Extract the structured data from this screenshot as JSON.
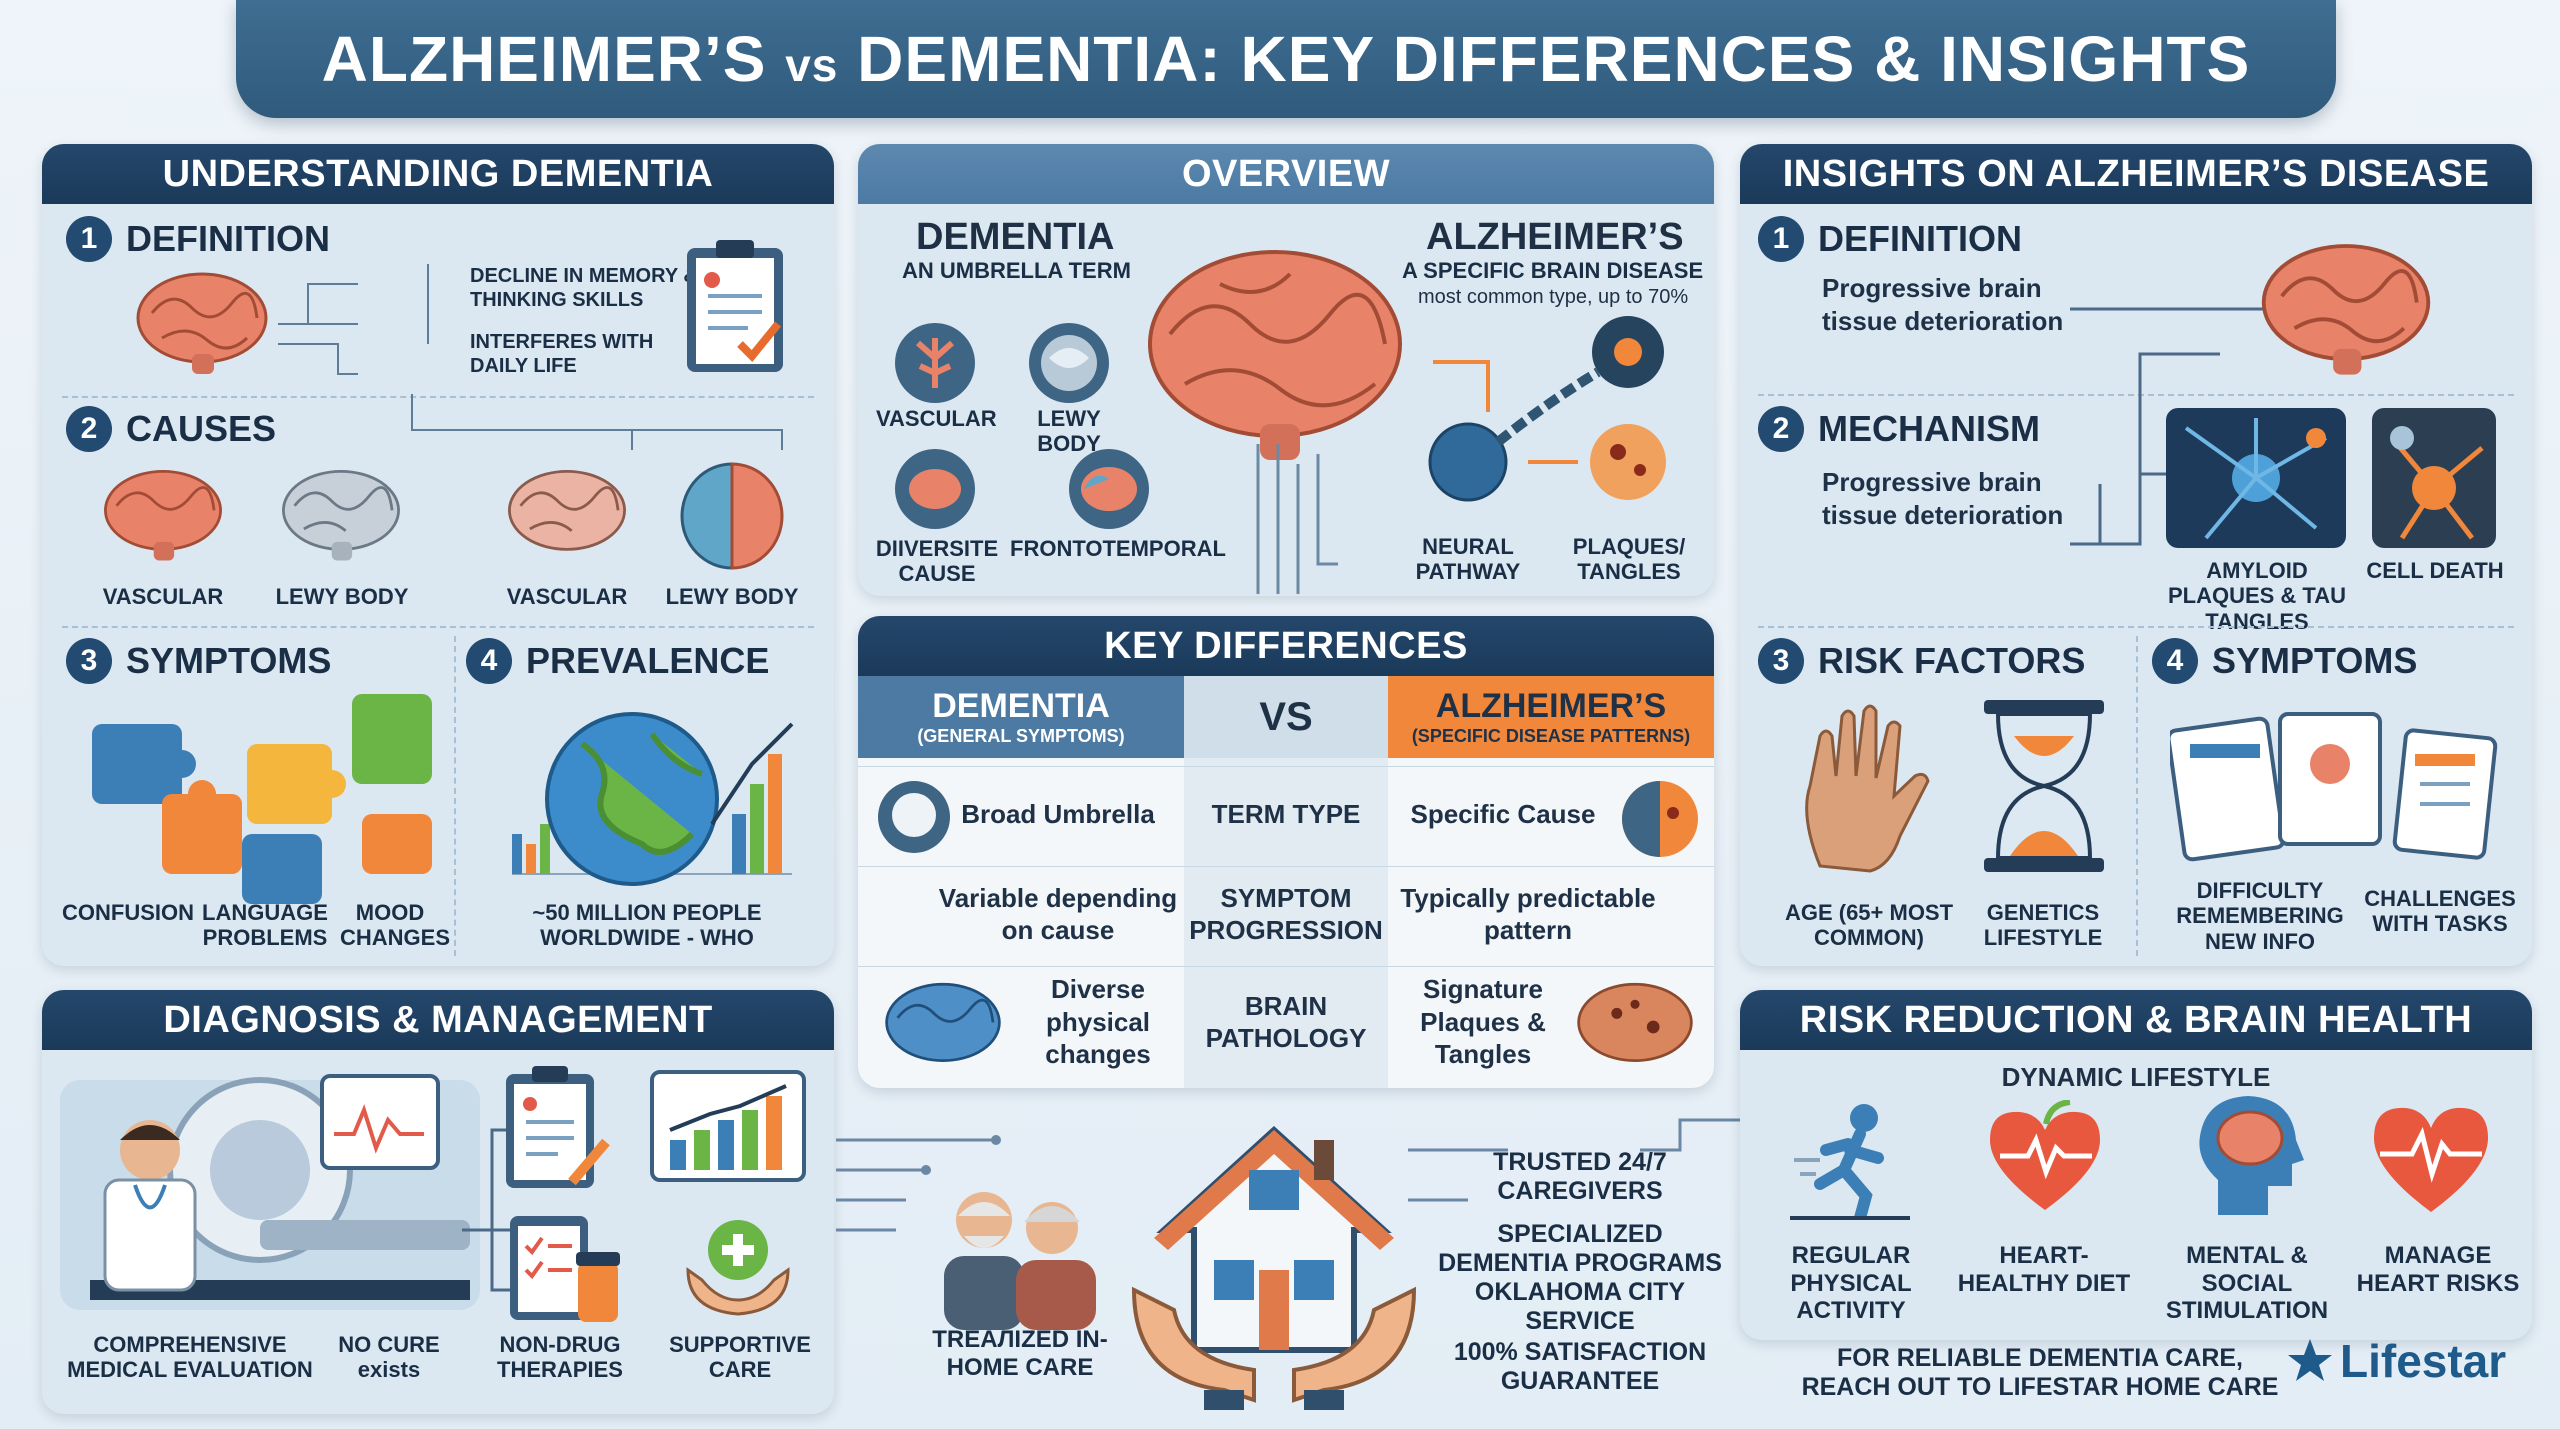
{
  "title": {
    "main_a": "ALZHEIMER’S ",
    "vs": "vs",
    "main_b": " DEMENTIA: KEY DIFFERENCES & INSIGHTS"
  },
  "understanding": {
    "header": "UNDERSTANDING DEMENTIA",
    "definition": {
      "num": "1",
      "title": "DEFINITION",
      "point1": "DECLINE IN MEMORY & THINKING SKILLS",
      "point2": "INTERFERES WITH DAILY LIFE"
    },
    "causes": {
      "num": "2",
      "title": "CAUSES",
      "items": [
        "VASCULAR",
        "LEWY BODY",
        "VASCULAR",
        "LEWY BODY"
      ]
    },
    "symptoms": {
      "num": "3",
      "title": "SYMPTOMS",
      "items": [
        "CONFUSION",
        "LANGUAGE PROBLEMS",
        "MOOD CHANGES"
      ]
    },
    "prevalence": {
      "num": "4",
      "title": "PREVALENCE",
      "caption": "~50 MILLION PEOPLE WORLDWIDE - WHO"
    }
  },
  "overview": {
    "header": "OVERVIEW",
    "dementia_title": "DEMENTIA",
    "dementia_sub": "AN UMBRELLA TERM",
    "alz_title": "ALZHEIMER’S",
    "alz_sub": "A SPECIFIC BRAIN DISEASE",
    "alz_note": "most common type, up to 70%",
    "types": [
      "VASCULAR",
      "LEWY BODY",
      "DIIVERSITE CAUSE",
      "FRONTOTEMPORAL"
    ],
    "alz_items": [
      "NEURAL PATHWAY",
      "PLAQUES/ TANGLES"
    ]
  },
  "key_differences": {
    "header": "KEY DIFFERENCES",
    "left_head": "DEMENTIA",
    "left_sub": "(GENERAL SYMPTOMS)",
    "mid_head": "VS",
    "right_head": "ALZHEIMER’S",
    "right_sub": "(SPECIFIC DISEASE PATTERNS)",
    "rows": [
      {
        "left": "Broad Umbrella",
        "mid": "TERM TYPE",
        "right": "Specific Cause"
      },
      {
        "left": "Variable depending on cause",
        "mid": "SYMPTOM PROGRESSION",
        "right": "Typically predictable pattern"
      },
      {
        "left": "Diverse physical changes",
        "mid": "BRAIN PATHOLOGY",
        "right": "Signature Plaques & Tangles"
      }
    ]
  },
  "insights": {
    "header": "INSIGHTS ON ALZHEIMER’S DISEASE",
    "definition": {
      "num": "1",
      "title": "DEFINITION",
      "text": "Progressive brain tissue deterioration"
    },
    "mechanism": {
      "num": "2",
      "title": "MECHANISM",
      "text": "Progressive brain tissue deterioration",
      "items": [
        "AMYLOID PLAQUES & TAU TANGLES",
        "CELL DEATH"
      ]
    },
    "risk": {
      "num": "3",
      "title": "RISK FACTORS",
      "items": [
        "AGE (65+ MOST COMMON)",
        "GENETICS LIFESTYLE"
      ]
    },
    "symptoms": {
      "num": "4",
      "title": "SYMPTOMS",
      "items": [
        "DIFFICULTY REMEMBERING NEW INFO",
        "CHALLENGES WITH TASKS"
      ]
    }
  },
  "diagnosis": {
    "header": "DIAGNOSIS & MANAGEMENT",
    "items": [
      "COMPREHENSIVE MEDICAL EVALUATION",
      "NO CURE exists",
      "NON-DRUG THERAPIES",
      "SUPPORTIVE CARE"
    ]
  },
  "care": {
    "couple_caption": "TREAЛIZED IN-HOME CARE",
    "features": [
      "TRUSTED 24/7 CAREGIVERS",
      "SPECIALIZED DEMENTIA PROGRAMS",
      "OKLAHOMA CITY SERVICE",
      "100% SATISFACTION GUARANTEE"
    ]
  },
  "risk_reduction": {
    "header": "RISK REDUCTION & BRAIN HEALTH",
    "subheader": "DYNAMIC LIFESTYLE",
    "items": [
      "REGULAR PHYSICAL ACTIVITY",
      "HEART-HEALTHY DIET",
      "MENTAL & SOCIAL STIMULATION",
      "MANAGE HEART RISKS"
    ],
    "cta": "FOR RELIABLE DEMENTIA CARE, REACH OUT TO LIFESTAR HOME CARE",
    "brand": "Lifestar"
  },
  "colors": {
    "navy": "#1b3a5a",
    "panel": "#dbe8f2",
    "orange": "#f0873a",
    "brain": "#e8836a",
    "blue": "#3c7fb6"
  }
}
